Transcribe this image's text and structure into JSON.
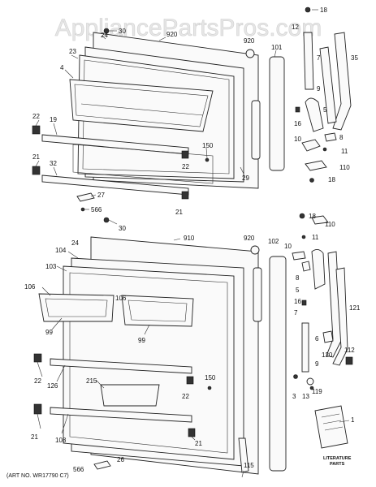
{
  "watermark": "AppliancePartsPros.com",
  "art_number": "(ART NO. WR17790 C7)",
  "literature_label_line1": "LITERATURE",
  "literature_label_line2": "PARTS",
  "callouts": {
    "fz_18_top": "18",
    "fz_30": "30",
    "fz_920": "920",
    "fz_24": "24",
    "fz_920b": "920",
    "fz_101": "101",
    "fz_12": "12",
    "fz_23": "23",
    "fz_7": "7",
    "fz_35": "35",
    "fz_4": "4",
    "fz_9": "9",
    "fz_5": "5",
    "fz_22": "22",
    "fz_16": "16",
    "fz_19": "19",
    "fz_8": "8",
    "fz_10": "10",
    "fz_11": "11",
    "fz_150": "150",
    "fz_21": "21",
    "fz_22b": "22",
    "fz_110": "110",
    "fz_32": "32",
    "fz_29": "29",
    "fz_18b": "18",
    "fz_27": "27",
    "fz_566": "566",
    "fz_21b": "21",
    "ff_18": "18",
    "ff_30": "30",
    "ff_110": "110",
    "ff_24": "24",
    "ff_910": "910",
    "ff_920": "920",
    "ff_102": "102",
    "ff_11": "11",
    "ff_104": "104",
    "ff_10": "10",
    "ff_103": "103",
    "ff_8": "8",
    "ff_106": "106",
    "ff_106b": "106",
    "ff_5": "5",
    "ff_121": "121",
    "ff_16": "16",
    "ff_99": "99",
    "ff_99b": "99",
    "ff_7": "7",
    "ff_6": "6",
    "ff_120": "120",
    "ff_112": "112",
    "ff_22": "22",
    "ff_9": "9",
    "ff_150": "150",
    "ff_126": "126",
    "ff_215": "215",
    "ff_3": "3",
    "ff_13": "13",
    "ff_119": "119",
    "ff_22b": "22",
    "ff_1": "1",
    "ff_21": "21",
    "ff_108": "108",
    "ff_21b": "21",
    "ff_26": "26",
    "ff_566": "566",
    "ff_115": "115"
  }
}
